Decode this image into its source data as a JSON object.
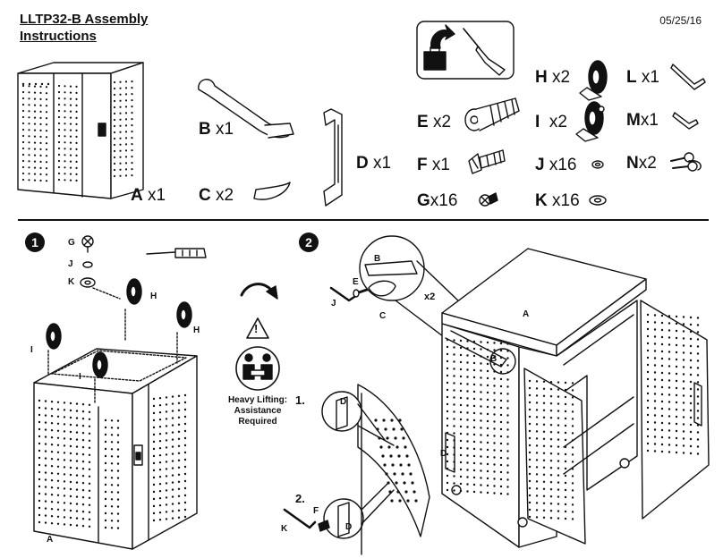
{
  "header": {
    "title_line1": "LLTP32-B Assembly",
    "title_line2": "Instructions",
    "date": "05/25/16"
  },
  "parts": [
    {
      "letter": "A",
      "qty": "x1"
    },
    {
      "letter": "B",
      "qty": "x1"
    },
    {
      "letter": "C",
      "qty": "x2"
    },
    {
      "letter": "D",
      "qty": "x1"
    },
    {
      "letter": "E",
      "qty": "x2"
    },
    {
      "letter": "F",
      "qty": "x1"
    },
    {
      "letter": "G",
      "qty": "x16"
    },
    {
      "letter": "H",
      "qty": "x2"
    },
    {
      "letter": "I",
      "qty": "x2"
    },
    {
      "letter": "J",
      "qty": "x16"
    },
    {
      "letter": "K",
      "qty": "x16"
    },
    {
      "letter": "L",
      "qty": "x1"
    },
    {
      "letter": "M",
      "qty": "x1"
    },
    {
      "letter": "N",
      "qty": "x2"
    }
  ],
  "tools": {
    "icons": [
      "toolbox-icon",
      "screwdriver-icon"
    ]
  },
  "step1": {
    "number": "1",
    "labels": {
      "G": "G",
      "J": "J",
      "K": "K",
      "H1": "H",
      "H2": "H",
      "I1": "I",
      "I2": "I",
      "A": "A"
    }
  },
  "flip": {
    "warning_symbol": "!",
    "line1": "Heavy Lifting:",
    "line2": "Assistance",
    "line3": "Required"
  },
  "step2": {
    "number": "2",
    "labels": {
      "B": "B",
      "E": "E",
      "J": "J",
      "C": "C",
      "x2": "x2",
      "A": "A",
      "B2": "B",
      "D": "D"
    },
    "sub1": "1.",
    "sub2": "2.",
    "sub_labels": {
      "D1": "D",
      "F": "F",
      "K": "K",
      "D2": "D"
    }
  }
}
